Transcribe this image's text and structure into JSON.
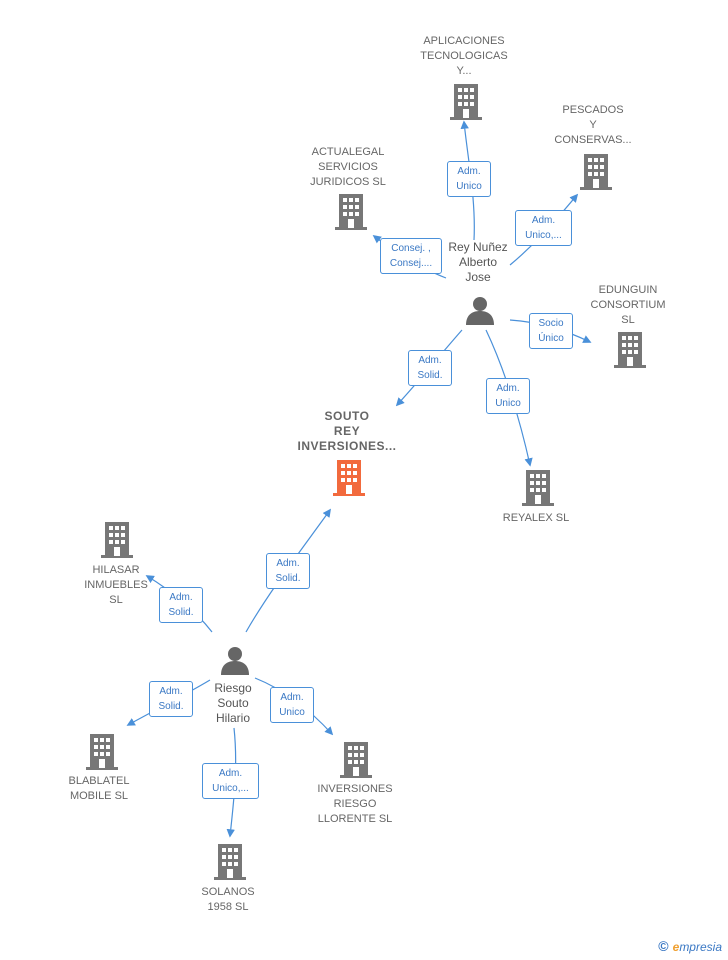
{
  "companies": {
    "aplicaciones": "APLICACIONES\nTECNOLOGICAS\nY...",
    "pescados": "PESCADOS\nY\nCONSERVAS...",
    "actualegal": "ACTUALEGAL\nSERVICIOS\nJURIDICOS  SL",
    "edunguin": "EDUNGUIN\nCONSORTIUM\nSL",
    "souto": "SOUTO\nREY\nINVERSIONES...",
    "reyalex": "REYALEX  SL",
    "hilasar": "HILASAR\nINMUEBLES\nSL",
    "blablatel": "BLABLATEL\nMOBILE  SL",
    "inversiones": "INVERSIONES\nRIESGO\nLLORENTE  SL",
    "solanos": "SOLANOS\n1958  SL"
  },
  "persons": {
    "rey": "Rey Nuñez\nAlberto\nJose",
    "riesgo": "Riesgo\nSouto\nHilario"
  },
  "edges": {
    "rey_aplicaciones": "Adm.\nUnico",
    "rey_pescados": "Adm.\nUnico,...",
    "rey_actualegal": "Consej. ,\nConsej....",
    "rey_edunguin": "Socio\nÚnico",
    "rey_souto": "Adm.\nSolid.",
    "rey_reyalex": "Adm.\nUnico",
    "riesgo_souto": "Adm.\nSolid.",
    "riesgo_hilasar": "Adm.\nSolid.",
    "riesgo_blablatel": "Adm.\nSolid.",
    "riesgo_inversiones": "Adm.\nUnico",
    "riesgo_solanos": "Adm.\nUnico,..."
  },
  "colors": {
    "edge": "#4a90d9",
    "building": "#777777",
    "building_center": "#f26a3d",
    "person": "#666666"
  },
  "logo": {
    "copyright": "©",
    "brand_first": "e",
    "brand_rest": "mpresia"
  }
}
